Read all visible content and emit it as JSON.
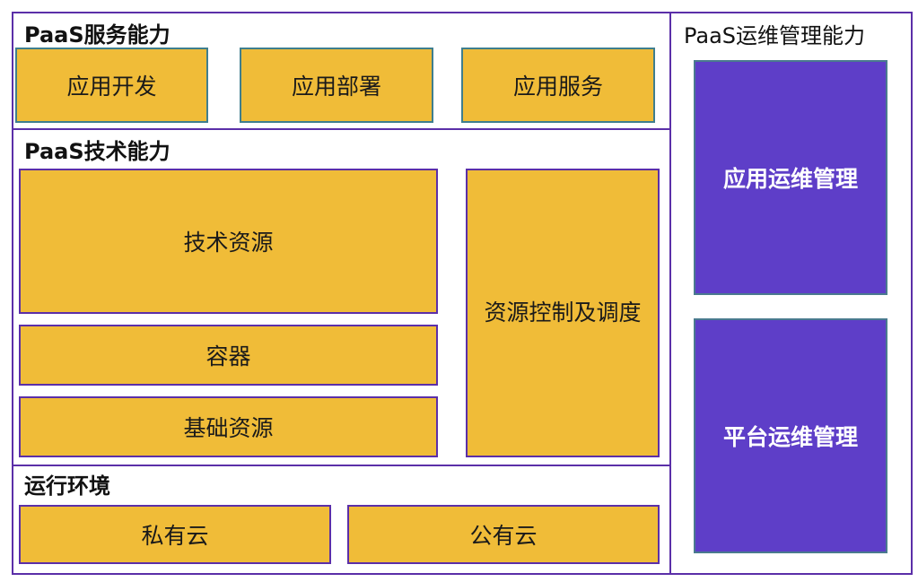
{
  "service_section": {
    "title": "PaaS服务能力",
    "boxes": [
      "应用开发",
      "应用部署",
      "应用服务"
    ]
  },
  "tech_section": {
    "title": "PaaS技术能力",
    "tech_resource": "技术资源",
    "container": "容器",
    "base_resource": "基础资源",
    "scheduling": "资源控制及调度"
  },
  "runtime_section": {
    "title": "运行环境",
    "boxes": [
      "私有云",
      "公有云"
    ]
  },
  "ops_section": {
    "title": "PaaS运维管理能力",
    "boxes": [
      "应用运维管理",
      "平台运维管理"
    ]
  },
  "colors": {
    "border": "#5b2fa8",
    "box_fill": "#f0bc38",
    "ops_fill": "#5e3ec8"
  }
}
